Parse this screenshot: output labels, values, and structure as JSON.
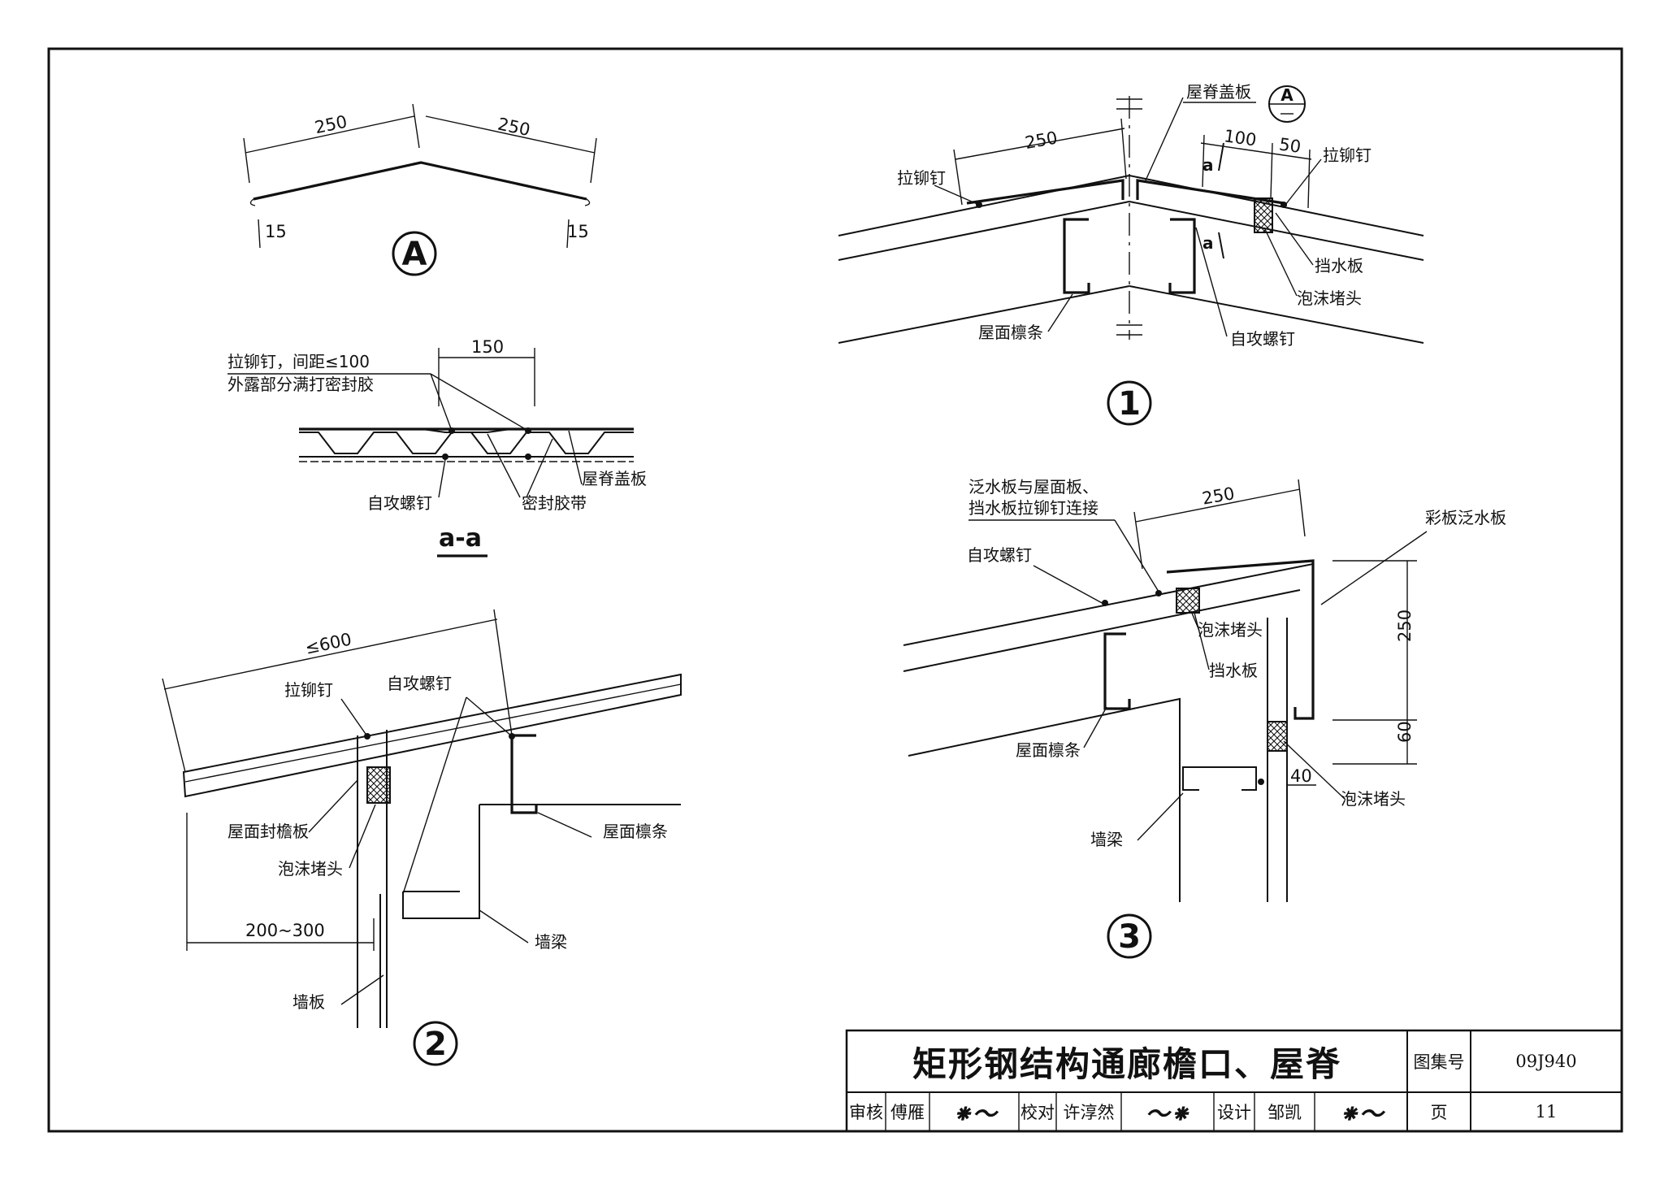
{
  "detail_A": {
    "dims": [
      "250",
      "250",
      "15",
      "15"
    ],
    "bubble": "A"
  },
  "section_aa": {
    "note_line1": "拉铆钉，间距≤100",
    "note_line2": "外露部分满打密封胶",
    "dim": "150",
    "label_self_tap": "自攻螺钉",
    "label_seal_tape": "密封胶带",
    "label_ridge_cover": "屋脊盖板",
    "title": "a-a"
  },
  "detail_1": {
    "bubble": "1",
    "dims": [
      "250",
      "100",
      "50"
    ],
    "section_marks": [
      "a",
      "a"
    ],
    "ref_symbol": "A",
    "label_ridge_cover": "屋脊盖板",
    "label_rivet_left": "拉铆钉",
    "label_rivet_right": "拉铆钉",
    "label_water_stop": "挡水板",
    "label_foam": "泡沫堵头",
    "label_self_tap": "自攻螺钉",
    "label_purlin": "屋面檩条"
  },
  "detail_2": {
    "bubble": "2",
    "dims": [
      "≤600",
      "200~300"
    ],
    "label_rivet": "拉铆钉",
    "label_self_tap": "自攻螺钉",
    "label_eave_board": "屋面封檐板",
    "label_foam": "泡沫堵头",
    "label_purlin": "屋面檩条",
    "label_wall_beam": "墙梁",
    "label_wall_panel": "墙板"
  },
  "detail_3": {
    "bubble": "3",
    "dims": [
      "250",
      "250",
      "60",
      "40"
    ],
    "note_line1": "泛水板与屋面板、",
    "note_line2": "挡水板拉铆钉连接",
    "label_color_flashing": "彩板泛水板",
    "label_self_tap": "自攻螺钉",
    "label_foam_top": "泡沫堵头",
    "label_water_stop": "挡水板",
    "label_purlin": "屋面檩条",
    "label_foam_bottom": "泡沫堵头",
    "label_wall_beam": "墙梁"
  },
  "title_block": {
    "title": "矩形钢结构通廊檐口、屋脊",
    "atlas_label": "图集号",
    "atlas_no": "09J940",
    "page_label": "页",
    "page_no": "11",
    "review_label": "审核",
    "reviewer": "傅雁",
    "check_label": "校对",
    "checker": "许淳然",
    "design_label": "设计",
    "designer": "邹凯"
  }
}
